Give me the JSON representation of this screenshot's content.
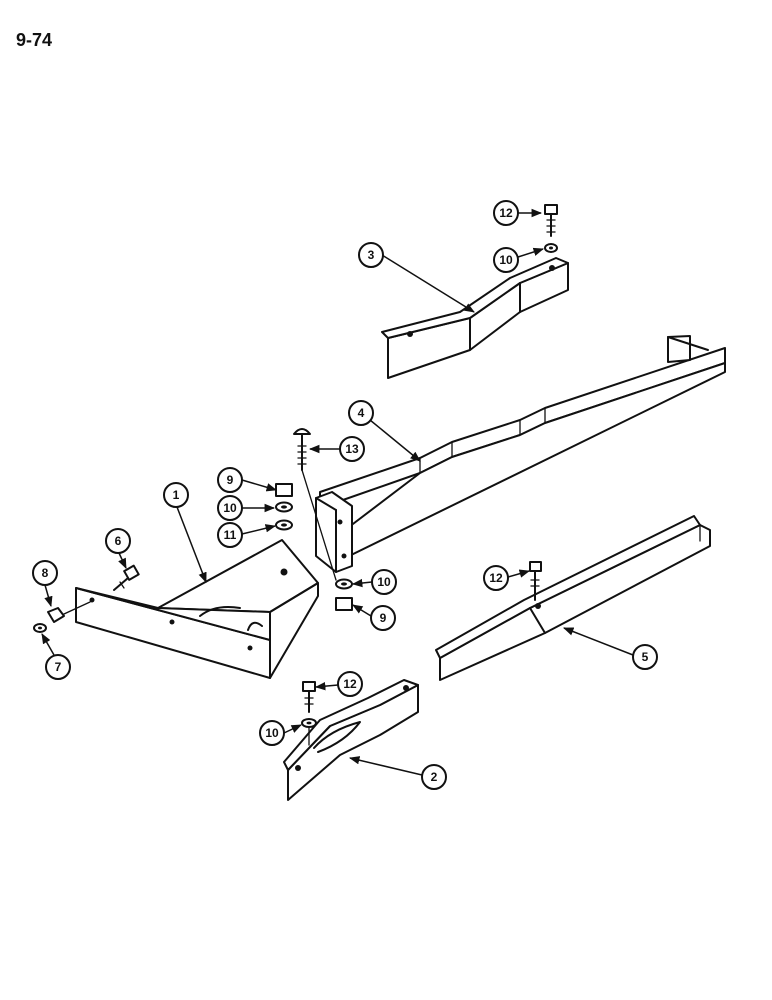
{
  "page": {
    "number": "9-74"
  },
  "callouts": {
    "c1": "1",
    "c2": "2",
    "c3": "3",
    "c4": "4",
    "c5": "5",
    "c6": "6",
    "c7": "7",
    "c8": "8",
    "c9a": "9",
    "c9b": "9",
    "c10a": "10",
    "c10b": "10",
    "c10c": "10",
    "c10d": "10",
    "c11": "11",
    "c12a": "12",
    "c12b": "12",
    "c12c": "12",
    "c13": "13"
  },
  "colors": {
    "line": "#111111",
    "background": "#ffffff"
  }
}
